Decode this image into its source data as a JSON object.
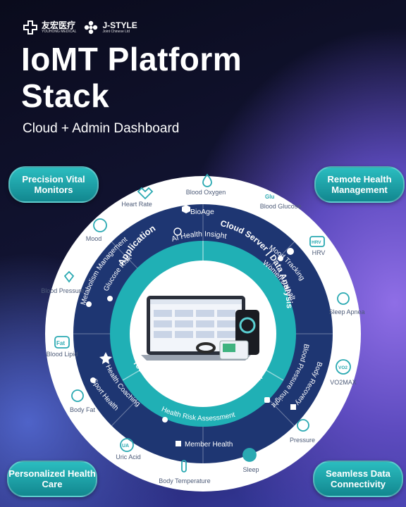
{
  "brand": {
    "logo1_text": "友宏医疗",
    "logo1_sub": "YOUHONG MEDICAL",
    "logo2_text": "J-STYLE",
    "logo2_sub": "Joint Chinese Ltd"
  },
  "title": {
    "line1": "IoMT Platform",
    "line2": "Stack"
  },
  "subtitle": "Cloud + Admin Dashboard",
  "pills": {
    "top_left": "Precision Vital Monitors",
    "top_right": "Remote Health Management",
    "bottom_left": "Personalized Health Care",
    "bottom_right": "Seamless Data Connectivity"
  },
  "outer_metrics": {
    "blood_oxygen": "Blood Oxygen",
    "blood_glucose": "Blood Glucose",
    "glu_icon": "Glu",
    "heart_rate": "Heart Rate",
    "mood": "Mood",
    "hrv": "HRV",
    "hrv_icon": "HRV",
    "blood_pressure": "Blood Pressure",
    "sleep_apnea": "Sleep Apnea",
    "blood_lipid": "Blood Lipid",
    "fat_icon": "Fat",
    "vo2max": "VO2MAX",
    "vo2_icon": "VO2",
    "body_fat": "Body Fat",
    "pressure": "Pressure",
    "uric_acid": "Uric Acid",
    "ua_icon": "UA",
    "sleep": "Sleep",
    "body_temperature": "Body Temperature"
  },
  "inner_ring": {
    "bioage": "BioAge",
    "ai_health_insight": "AI Health Insight",
    "mood_tracking": "Mood Tracking",
    "womens_health": "Women's Health",
    "body_recovery": "Body Recovery",
    "blood_pressure_insight": "Blood Pressure Insight",
    "member_health": "Member Health",
    "health_risk_assessment": "Health Risk Assessment",
    "sport_health": "Sport Health",
    "health_coaching": "Health Coaching",
    "metabolism_management": "Metabolism Management",
    "glucose_risk": "Glucose Risk"
  },
  "core_ring": {
    "application": "Application",
    "cloud_server": "Cloud Server | Data Analysis",
    "platform": "Youhong Medical Digital Health Platform"
  },
  "colors": {
    "teal": "#1fb3b6",
    "navy": "#1f3b78",
    "ring_white": "#ffffff",
    "accent_text": "#4a5a7a"
  }
}
